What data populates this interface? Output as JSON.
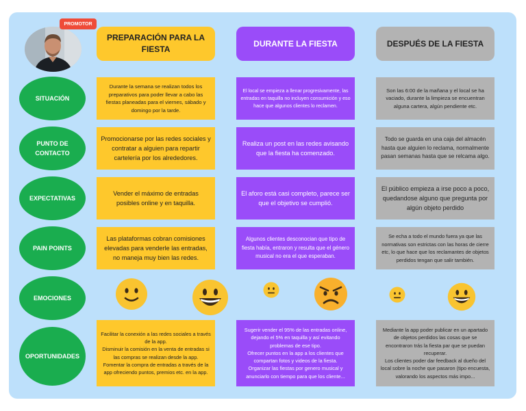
{
  "badge": "PROMOTOR",
  "columns": {
    "pre": "PREPARACIÓN PARA LA FIESTA",
    "dur": "DURANTE LA FIESTA",
    "des": "DESPUÉS DE LA FIESTA"
  },
  "rows": {
    "situacion": {
      "label": "SITUACIÓN",
      "pre": "Durante la semana se realizan todos los preparativos para poder llevar a cabo las fiestas planeadas para el viernes, sábado y domingo por la tarde.",
      "dur": "El local se empieza a llenar progresivamente, las entradas en taquilla no incluyen consumición y eso hace que algunos clientes lo reclamen.",
      "des": "Son las 6:00 de la mañana y el local se ha vaciado, durante la limpieza se encuentran alguna cartera, algún pendiente etc."
    },
    "contacto": {
      "label": "PUNTO DE CONTACTO",
      "pre": "Promocionarse por las redes sociales y contratar a alguien para repartir cartelería por los alrededores.",
      "dur": "Realiza un post en las redes avisando que la fiesta ha comenzado.",
      "des": "Todo se guarda en una caja del almacén hasta que alguien lo reclama, normalmente pasan semanas hasta que se relcama algo."
    },
    "expectativas": {
      "label": "EXPECTATIVAS",
      "pre": "Vender el máximo de entradas posibles online y en taquilla.",
      "dur": "El aforo está casi completo, parece ser que el objetivo se cumplió.",
      "des": "El público empieza a irse poco a poco, quedandose alguno que pregunta por algún objeto perdido"
    },
    "pain": {
      "label": "PAIN POINTS",
      "pre": "Las plataformas cobran comisiones elevadas para venderle las entradas, no maneja muy bien las redes.",
      "dur": "Algunos clientes desconocian que tipo de fiesta había, entraron y resulta que el género musical no era el que esperaban.",
      "des": "Se echa a todo el mundo fuera ya que las normativas son estrictas con las horas de cierre etc, lo que hace que los reclamantes de objetos perdidos tengan que salir también."
    },
    "emociones": {
      "label": "EMOCIONES",
      "faces": [
        "slight-smile",
        "grin",
        "neutral",
        "angry",
        "neutral",
        "grin"
      ]
    },
    "oportunidades": {
      "label": "OPORTUNIDADES",
      "pre": "Facilitar la conexión a las redes sociales a través de la app.\nDisminuir la comisión en la venta de entradas si las compras se realizan desde la app.\nFomentar la compra de entradas a través de la app ofreciendo puntos, premios etc. en la app.",
      "dur": "Sugerir vender el 95% de las entradas online, dejando el 5% en taquilla y así evitando problemas de ese tipo.\nOfrecer puntos en la app a los clientes que compartan fotos y videos de la fiesta.\nOrganizar las fiestas por genero musical y anunciarlo con tiempo para que los cliente...",
      "des": "Mediante la app poder publicar en un apartado de objetos perdidos las cosas que se encontraron trás la fiesta par que se puedan recuperar.\nLos clientes poder dar feedback al dueño del local sobre la noche que pasaron (tipo encuesta, valorando los aspectos más impo..."
    }
  },
  "colors": {
    "pre": "#fec82c",
    "dur": "#9a4cf9",
    "des": "#b3b3b3",
    "label": "#1aad4f",
    "board": "#bde0fb",
    "badge": "#ef4b38"
  }
}
